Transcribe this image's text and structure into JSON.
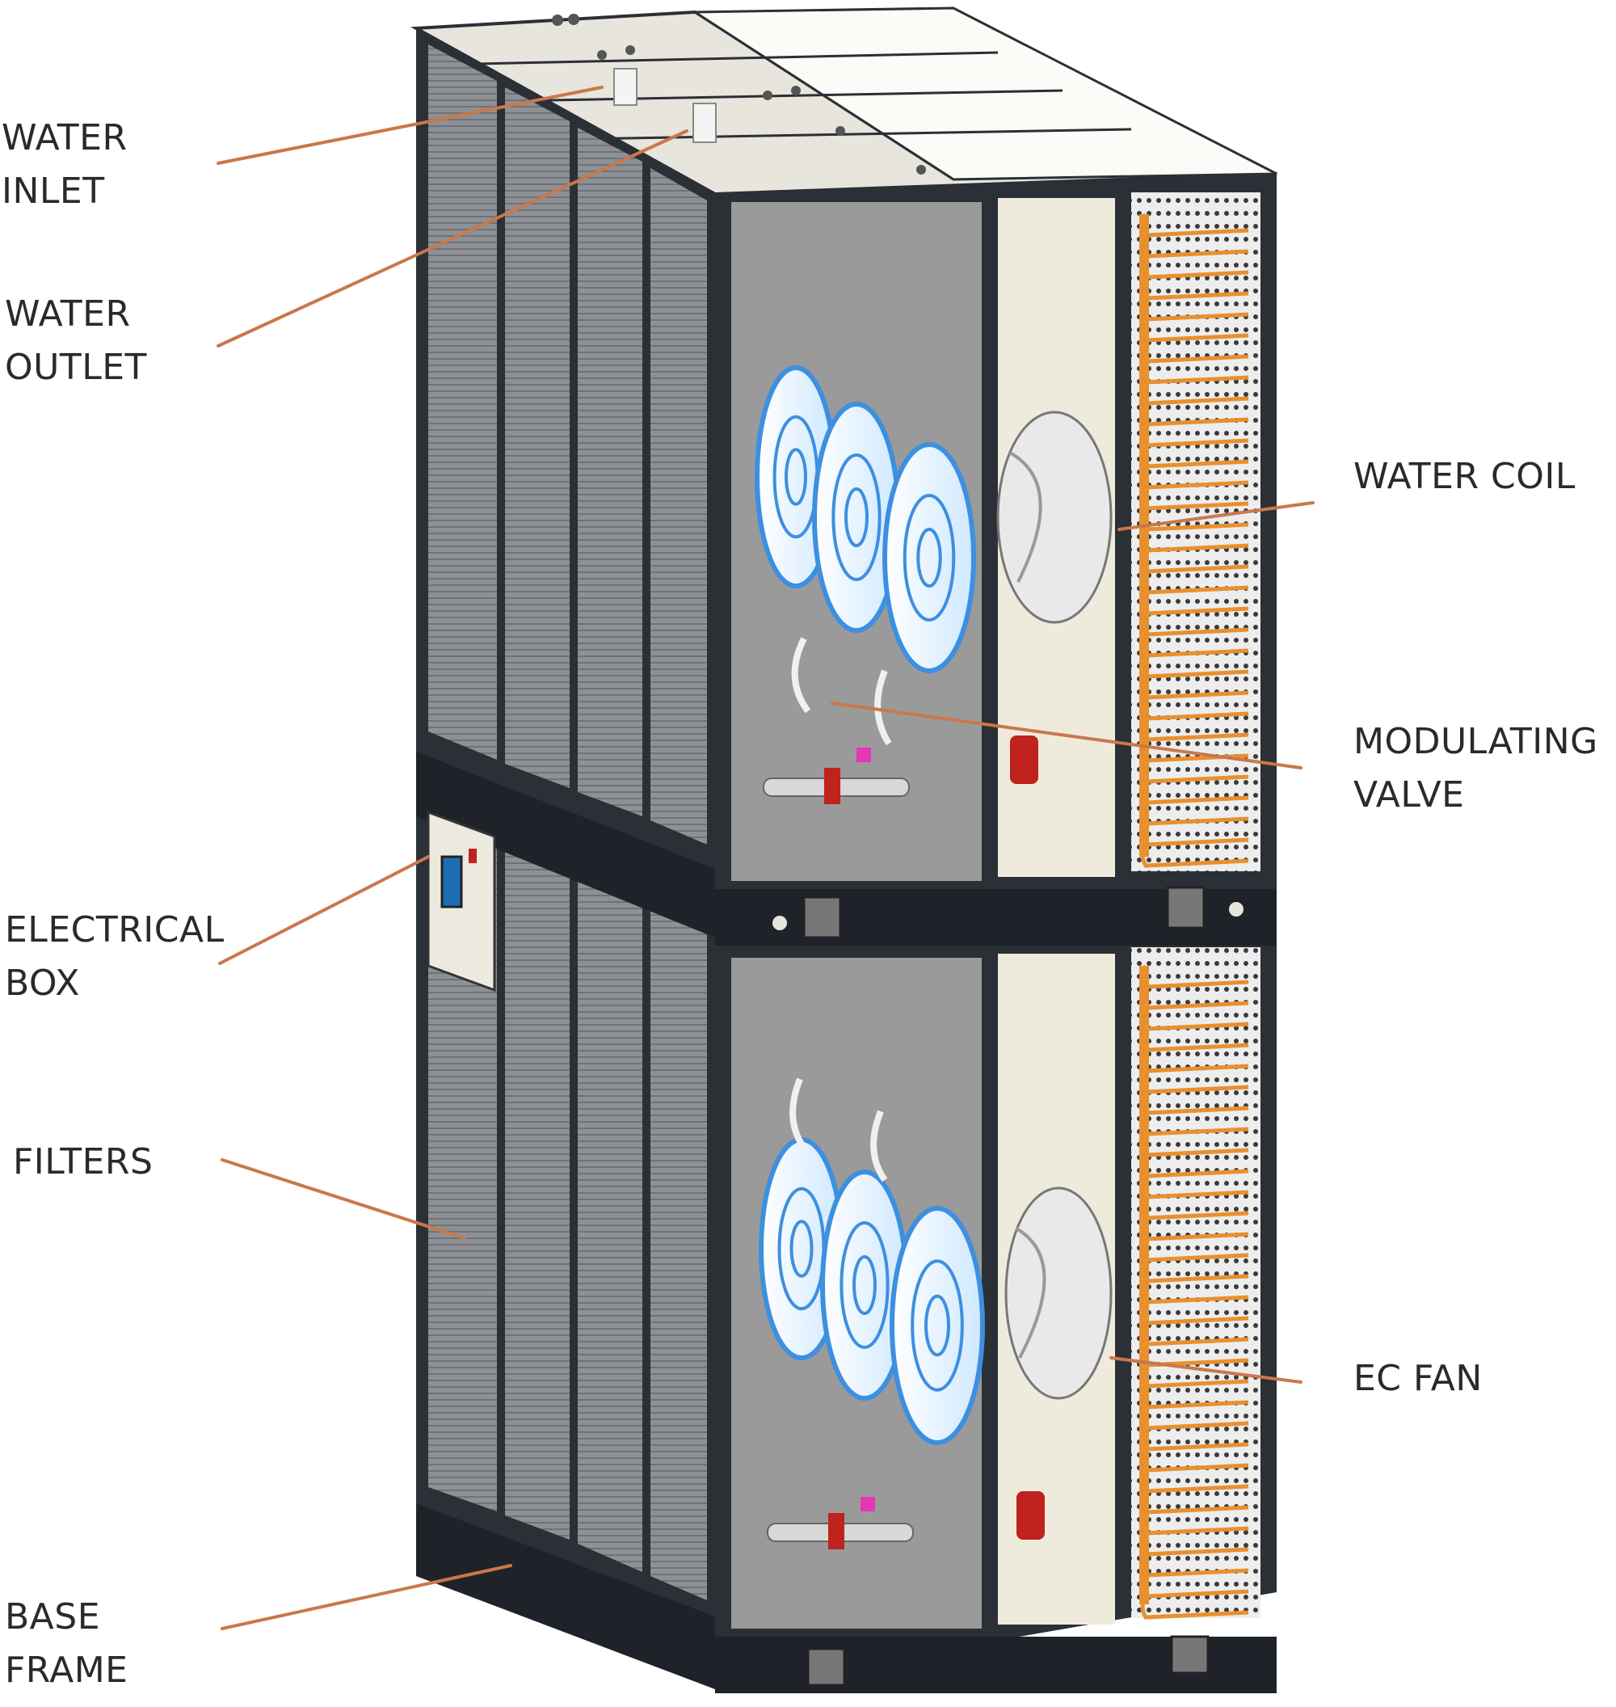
{
  "colors": {
    "frame": "#2b2f36",
    "filter_panel": "#8c8f93",
    "interior": "#9a9a9a",
    "roof": "#e8e5dc",
    "fan_guard": "#3d8fe0",
    "fan_glow": "#c8e6ff",
    "coil_copper": "#e8902e",
    "valve_red": "#c0221d",
    "leader_line": "#c9784a",
    "label_text": "#2a2a2a"
  },
  "labels": {
    "water_inlet": [
      "WATER",
      "INLET"
    ],
    "water_outlet": [
      "WATER",
      "OUTLET"
    ],
    "electrical_box": [
      "ELECTRICAL",
      "BOX"
    ],
    "filters": [
      "FILTERS"
    ],
    "base_frame": [
      "BASE",
      "FRAME"
    ],
    "water_coil": [
      "WATER COIL"
    ],
    "modulating_valve": [
      "MODULATING",
      "VALVE"
    ],
    "ec_fan": [
      "EC FAN"
    ]
  }
}
